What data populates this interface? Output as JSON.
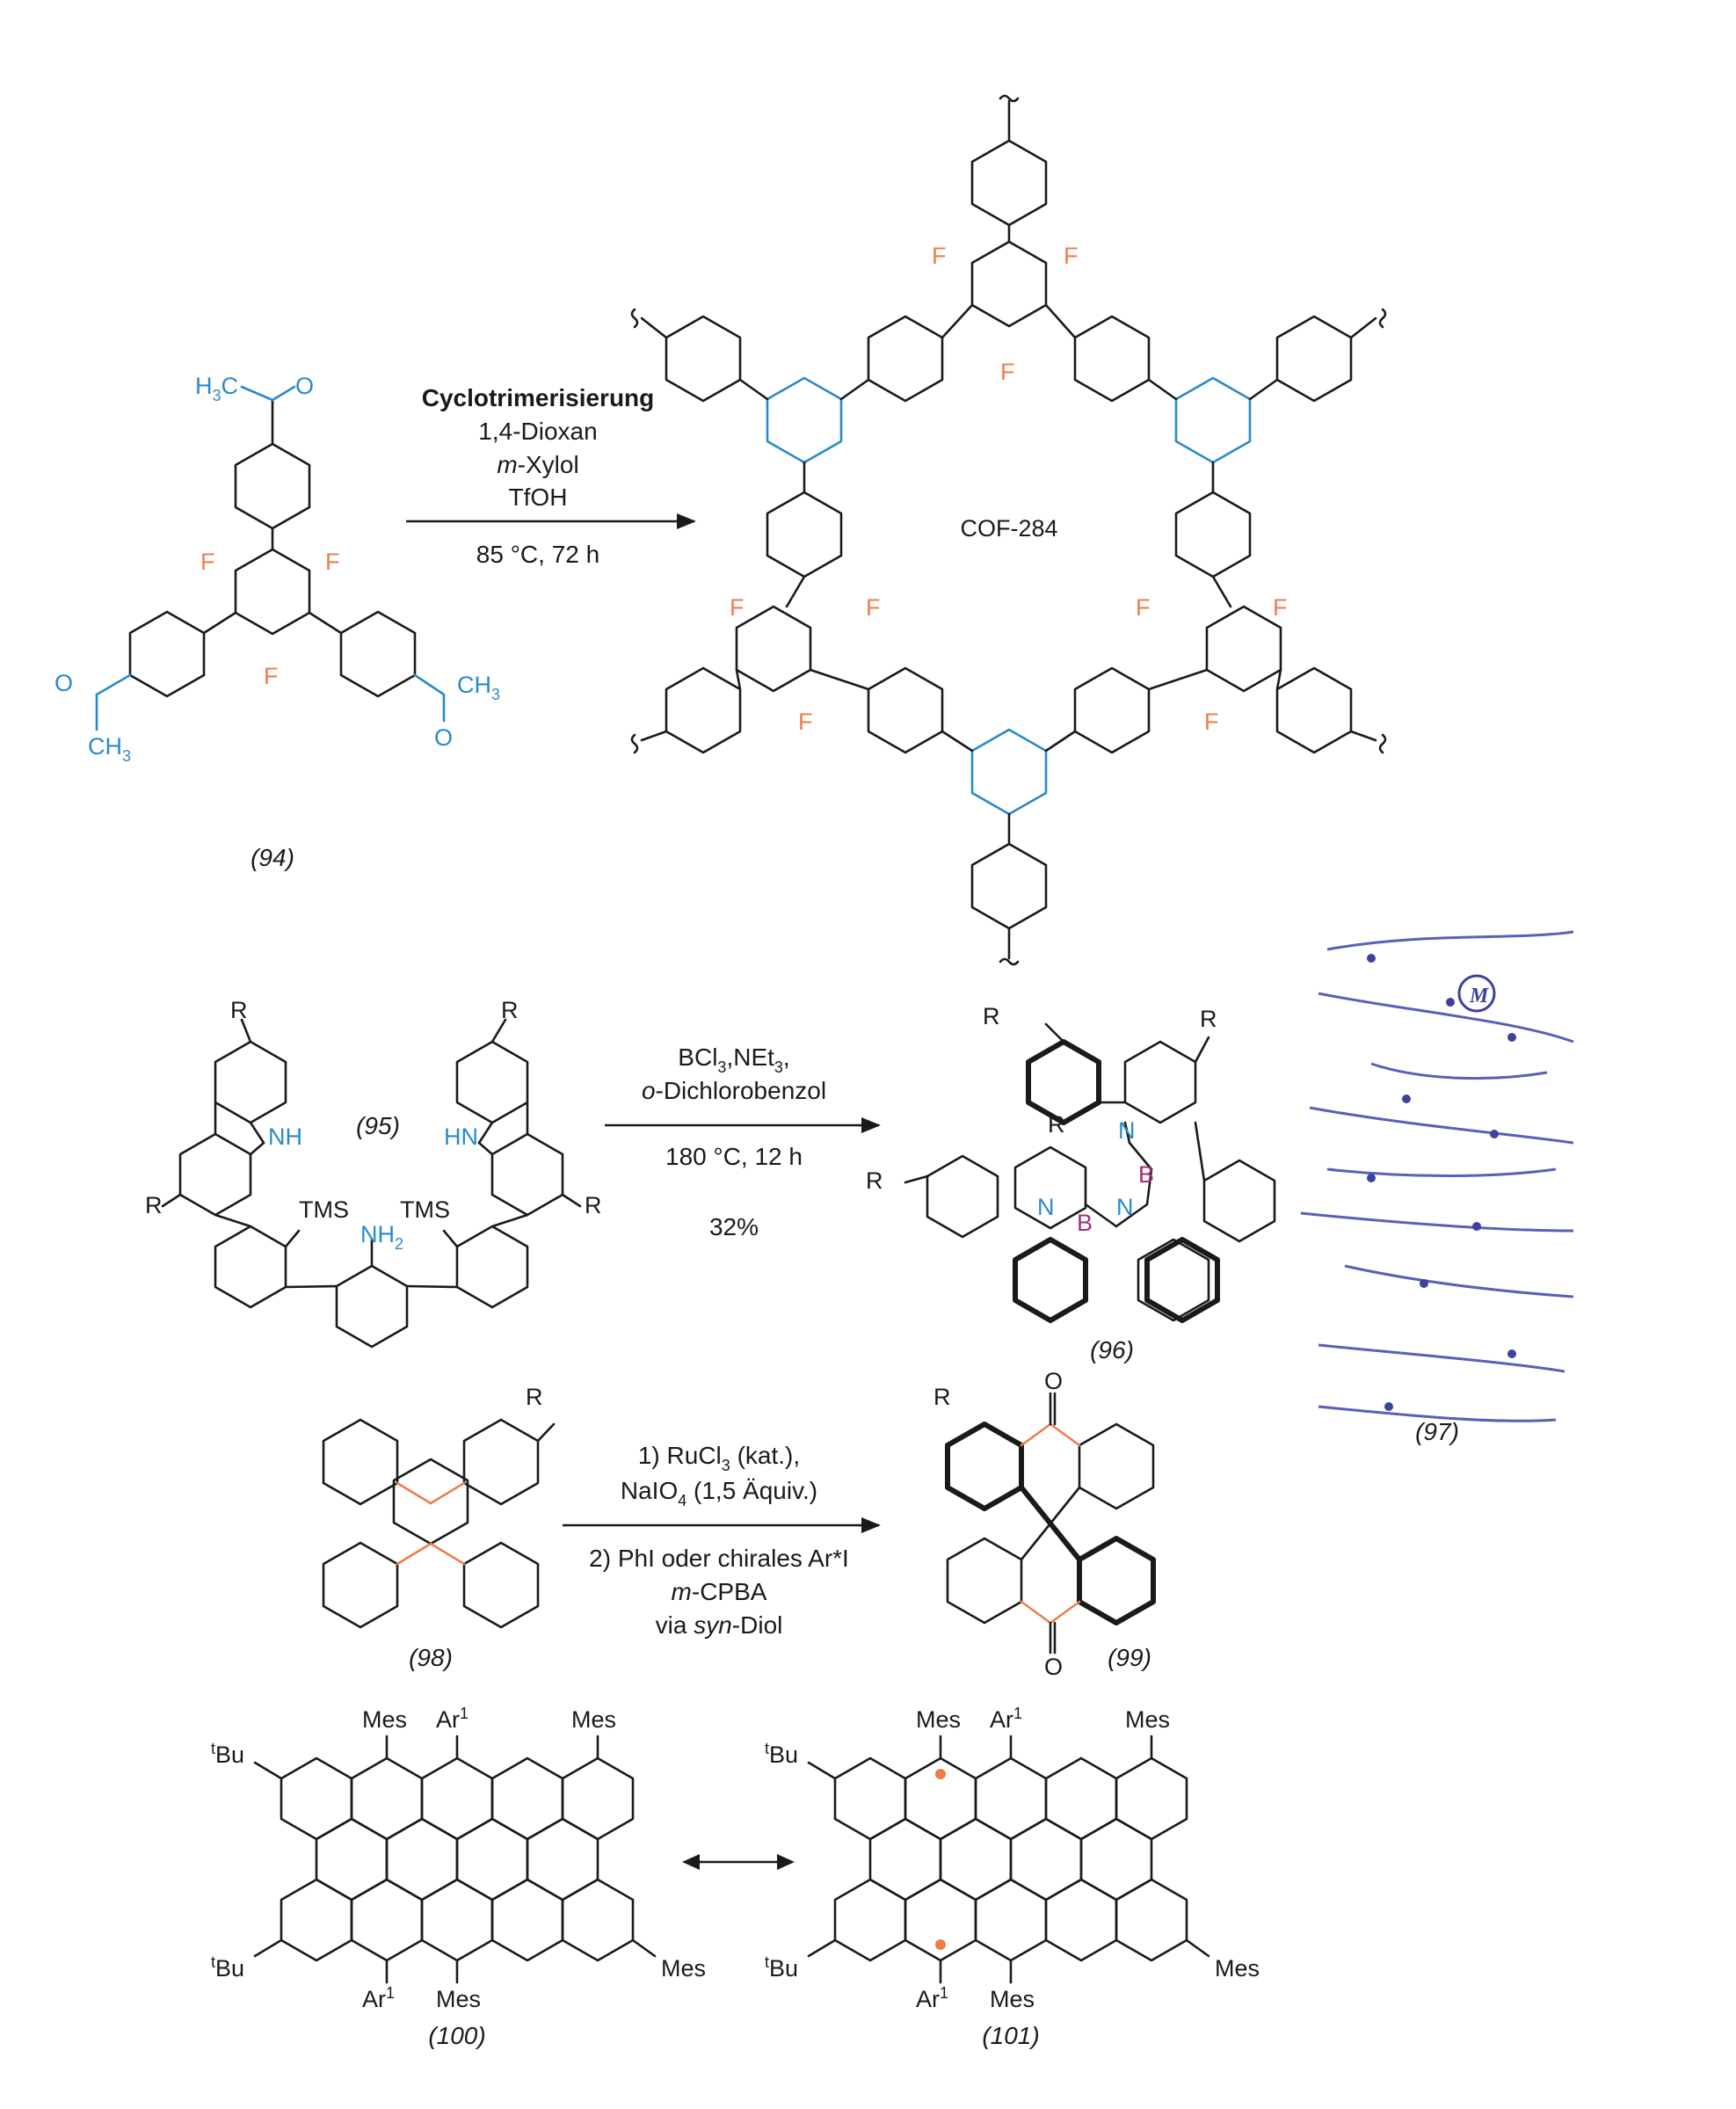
{
  "compounds": {
    "c94": "(94)",
    "c95": "(95)",
    "c96": "(96)",
    "c97": "(97)",
    "c98": "(98)",
    "c99": "(99)",
    "c100": "(100)",
    "c101": "(101)",
    "cof_name": "COF-284"
  },
  "reaction1": {
    "title": "Cyclotrimerisierung",
    "line1": "1,4-Dioxan",
    "line2_italic": "m",
    "line2_rest": "-Xylol",
    "line3": "TfOH",
    "below": "85 °C, 72 h"
  },
  "reaction2": {
    "line1": "BCl3,NEt3,",
    "line2_italic": "o",
    "line2_rest": "-Dichlorobenzol",
    "below1": "180 °C, 12 h",
    "below2": "32%"
  },
  "reaction3": {
    "line1": "1) RuCl3 (kat.),",
    "line2": "NaIO4 (1,5 Äquiv.)",
    "line3": "2) PhI oder chirales Ar*I",
    "line4_italic": "m",
    "line4_rest": "-CPBA",
    "line5_prefix": "via ",
    "line5_italic": "syn",
    "line5_rest": "-Diol"
  },
  "atoms": {
    "F": "F",
    "O": "O",
    "R": "R",
    "NH": "NH",
    "HN": "HN",
    "NH2": "NH2",
    "TMS": "TMS",
    "N": "N",
    "B": "B",
    "H3C": "H3C",
    "CH3": "CH3",
    "Mes": "Mes",
    "Ar1": "Ar1",
    "tBu": "tBu",
    "M": "M"
  },
  "colors": {
    "blue": "#2a8ac8",
    "orange": "#ee7d4a",
    "purple": "#a0307a",
    "helix": "#3d429a"
  }
}
